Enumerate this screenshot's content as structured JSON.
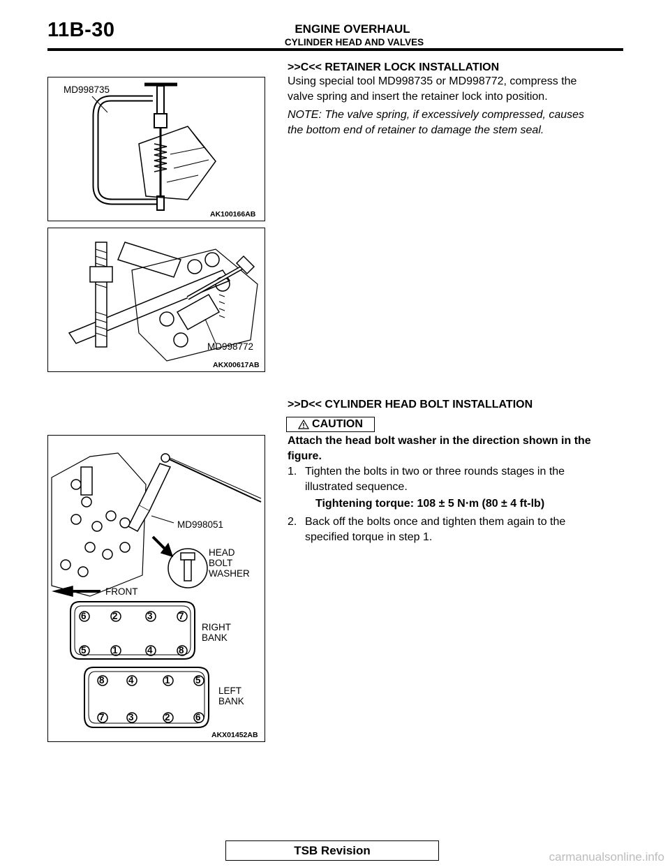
{
  "header": {
    "page_number": "11B-30",
    "section_title": "ENGINE OVERHAUL",
    "subsection_title": "CYLINDER HEAD AND VALVES"
  },
  "figures": [
    {
      "id": "AK100166AB",
      "labels": [
        "MD998735"
      ]
    },
    {
      "id": "AKX00617AB",
      "labels": [
        "MD998772"
      ]
    },
    {
      "id": "AKX01452AB",
      "labels": [
        "MD998051",
        "HEAD",
        "BOLT",
        "WASHER",
        "FRONT",
        "RIGHT",
        "BANK",
        "LEFT",
        "BANK"
      ],
      "right_bank_top": [
        "6",
        "2",
        "3",
        "7"
      ],
      "right_bank_bottom": [
        "5",
        "1",
        "4",
        "8"
      ],
      "left_bank_top": [
        "8",
        "4",
        "1",
        "5"
      ],
      "left_bank_bottom": [
        "7",
        "3",
        "2",
        "6"
      ]
    }
  ],
  "section_c": {
    "heading": ">>C<< RETAINER LOCK INSTALLATION",
    "body_line1": "Using special tool MD998735 or MD998772, compress the",
    "body_line2": "valve spring and insert the retainer lock into position.",
    "note_line1": "NOTE: The valve spring, if excessively compressed, causes",
    "note_line2": "the bottom end of retainer to damage the stem seal."
  },
  "section_d": {
    "heading": ">>D<< CYLINDER HEAD BOLT INSTALLATION",
    "caution_label": "CAUTION",
    "caution_line1": "Attach the head bolt washer in the direction shown in the",
    "caution_line2": "figure.",
    "step1_num": "1.",
    "step1_line1": "Tighten the bolts in two or three rounds stages in the",
    "step1_line2": "illustrated sequence.",
    "torque": "Tightening torque: 108 ± 5 N⋅m (80 ± 4 ft-lb)",
    "step2_num": "2.",
    "step2_line1": "Back off the bolts once and tighten them again to the",
    "step2_line2": "specified torque in step 1."
  },
  "footer": {
    "label": "TSB Revision"
  },
  "watermark": {
    "text": "carmanualsonline.info"
  }
}
